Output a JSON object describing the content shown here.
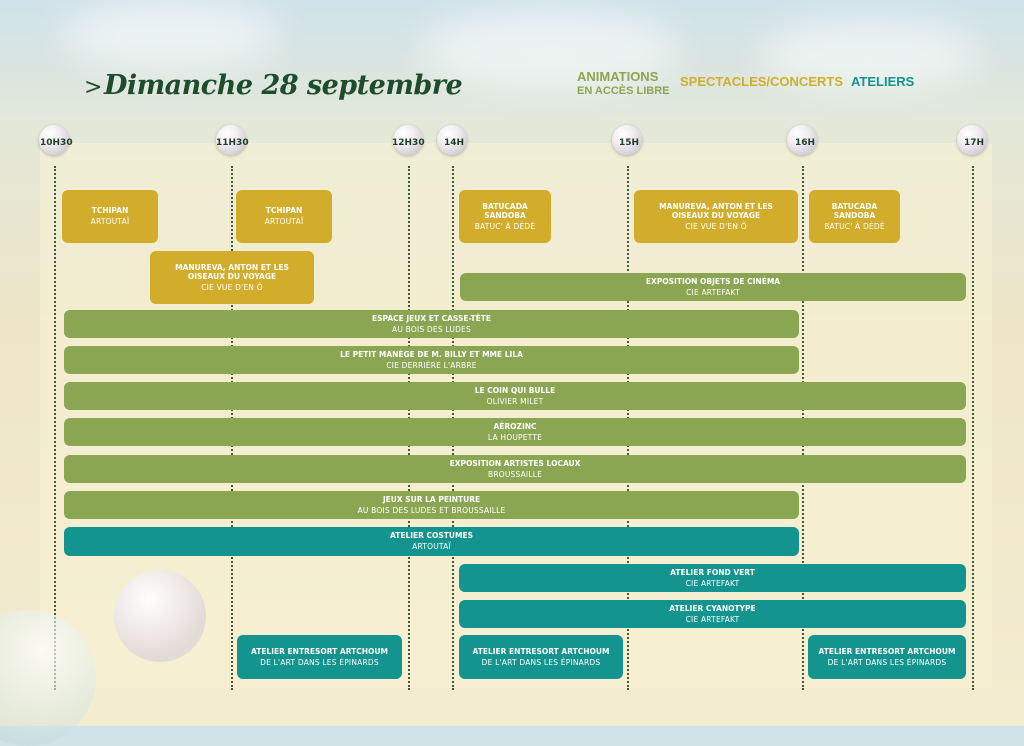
{
  "header": {
    "chevron": ">",
    "title": "Dimanche 28 septembre"
  },
  "legend": {
    "animations_line1": "ANIMATIONS",
    "animations_line2": "EN ACCÈS LIBRE",
    "spectacles": "SPECTACLES/CONCERTS",
    "ateliers": "ATELIERS"
  },
  "colors": {
    "title": "#1f4d2c",
    "spectacles": "#d2ad2b",
    "animations": "#8aa652",
    "ateliers": "#14948f"
  },
  "timeline": [
    "10H30",
    "11H30",
    "12H30",
    "14H",
    "15H",
    "16H",
    "17H"
  ],
  "events": [
    {
      "title": "TCHIPAN",
      "sub": "ARTOUTAÏ"
    },
    {
      "title": "TCHIPAN",
      "sub": "ARTOUTAÏ"
    },
    {
      "title": "BATUCADA SANDOBA",
      "sub": "BATUC' À DÉDÉ"
    },
    {
      "title": "MANUREVA, ANTON ET LES OISEAUX DU VOYAGE",
      "sub": "CIE VUE D'EN Ô"
    },
    {
      "title": "BATUCADA SANDOBA",
      "sub": "BATUC' À DÉDÉ"
    },
    {
      "title": "MANUREVA, ANTON ET LES OISEAUX DU VOYAGE",
      "sub": "CIE VUE D'EN Ô"
    },
    {
      "title": "EXPOSITION OBJETS DE CINÉMA",
      "sub": "CIE ARTEFAKT"
    },
    {
      "title": "ESPACE JEUX ET CASSE-TÊTE",
      "sub": "AU BOIS DES LUDES"
    },
    {
      "title": "LE PETIT MANÈGE DE M. BILLY ET MME LILA",
      "sub": "CIE DERRIÈRE L'ARBRE"
    },
    {
      "title": "LE COIN QUI BULLE",
      "sub": "OLIVIER MILET"
    },
    {
      "title": "AÉROZINC",
      "sub": "LA HOUPETTE"
    },
    {
      "title": "EXPOSITION ARTISTES LOCAUX",
      "sub": "BROUSSAILLE"
    },
    {
      "title": "JEUX SUR LA PEINTURE",
      "sub": "AU BOIS DES LUDES ET BROUSSAILLE"
    },
    {
      "title": "ATELIER COSTUMES",
      "sub": "ARTOUTAÏ"
    },
    {
      "title": "ATELIER FOND VERT",
      "sub": "CIE ARTEFAKT"
    },
    {
      "title": "ATELIER CYANOTYPE",
      "sub": "CIE ARTEFAKT"
    },
    {
      "title": "ATELIER ENTRESORT ARTCHOUM",
      "sub": "DE L'ART DANS LES ÉPINARDS"
    },
    {
      "title": "ATELIER ENTRESORT ARTCHOUM",
      "sub": "DE L'ART DANS LES ÉPINARDS"
    },
    {
      "title": "ATELIER ENTRESORT ARTCHOUM",
      "sub": "DE L'ART DANS LES ÉPINARDS"
    }
  ]
}
